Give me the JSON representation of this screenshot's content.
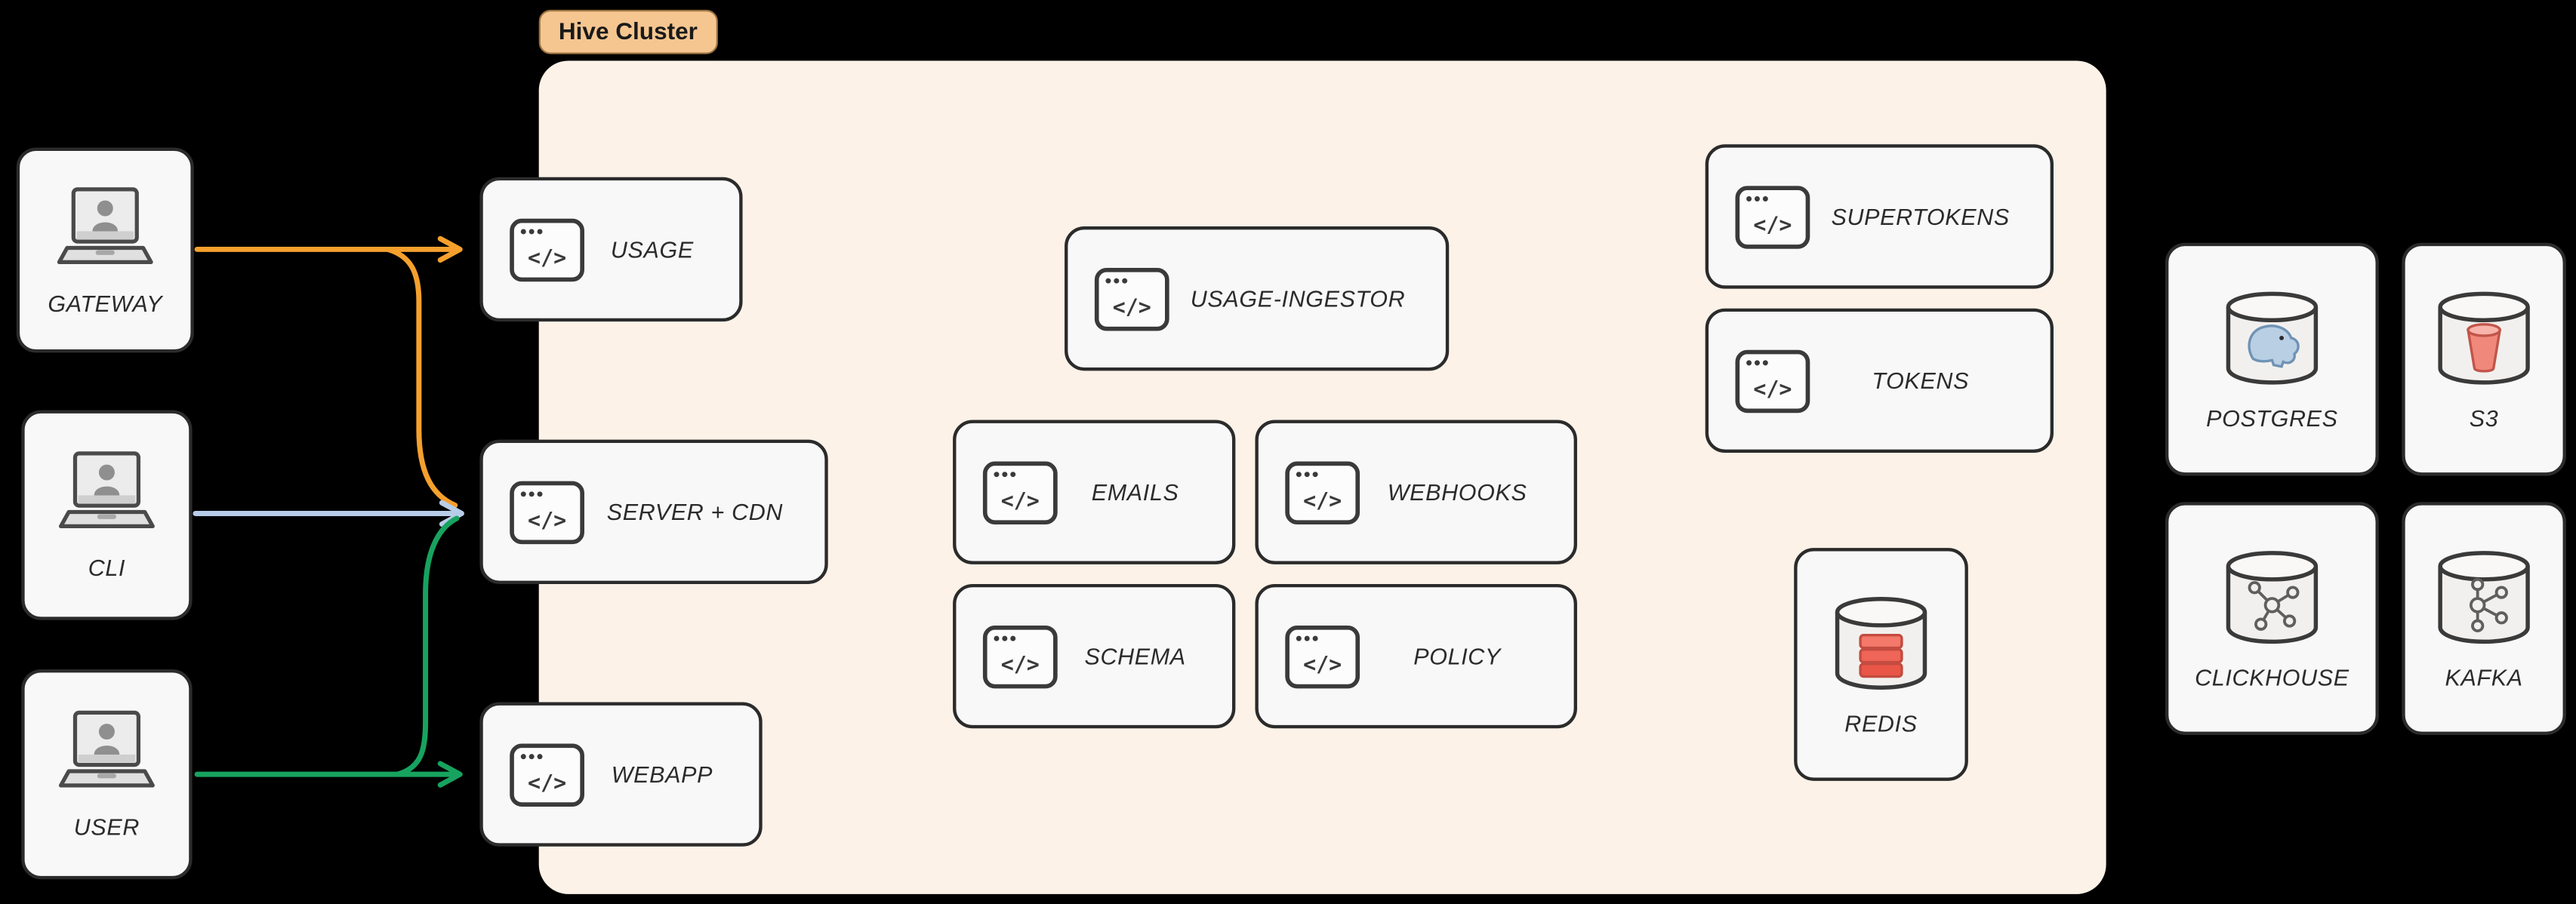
{
  "cluster": {
    "label": "Hive Cluster"
  },
  "clients": [
    {
      "id": "gateway",
      "label": "GATEWAY"
    },
    {
      "id": "cli",
      "label": "CLI"
    },
    {
      "id": "user",
      "label": "USER"
    }
  ],
  "services": {
    "usage": "USAGE",
    "server_cdn": "SERVER + CDN",
    "webapp": "WEBAPP",
    "usage_ingestor": "USAGE-INGESTOR",
    "emails": "EMAILS",
    "webhooks": "WEBHOOKS",
    "schema": "SCHEMA",
    "policy": "POLICY",
    "supertokens": "SUPERTOKENS",
    "tokens": "TOKENS"
  },
  "datastores": {
    "redis": "REDIS",
    "postgres": "POSTGRES",
    "s3": "S3",
    "clickhouse": "CLICKHOUSE",
    "kafka": "KAFKA"
  },
  "glyphs": {
    "code": "</>"
  },
  "colors": {
    "background": "#000000",
    "cluster_bg": "#fdf2e8",
    "cluster_label_bg": "#f6c690",
    "node_bg": "#f8f8f8",
    "node_border": "#2b2b2b",
    "arrow_orange": "#f5a02d",
    "arrow_blue": "#b7cde9",
    "arrow_green": "#17a35f"
  },
  "connections": [
    {
      "from": "GATEWAY",
      "to": "USAGE",
      "color": "orange"
    },
    {
      "from": "GATEWAY",
      "to": "SERVER + CDN",
      "color": "orange"
    },
    {
      "from": "CLI",
      "to": "SERVER + CDN",
      "color": "blue"
    },
    {
      "from": "USER",
      "to": "SERVER + CDN",
      "color": "green"
    },
    {
      "from": "USER",
      "to": "WEBAPP",
      "color": "green"
    }
  ]
}
